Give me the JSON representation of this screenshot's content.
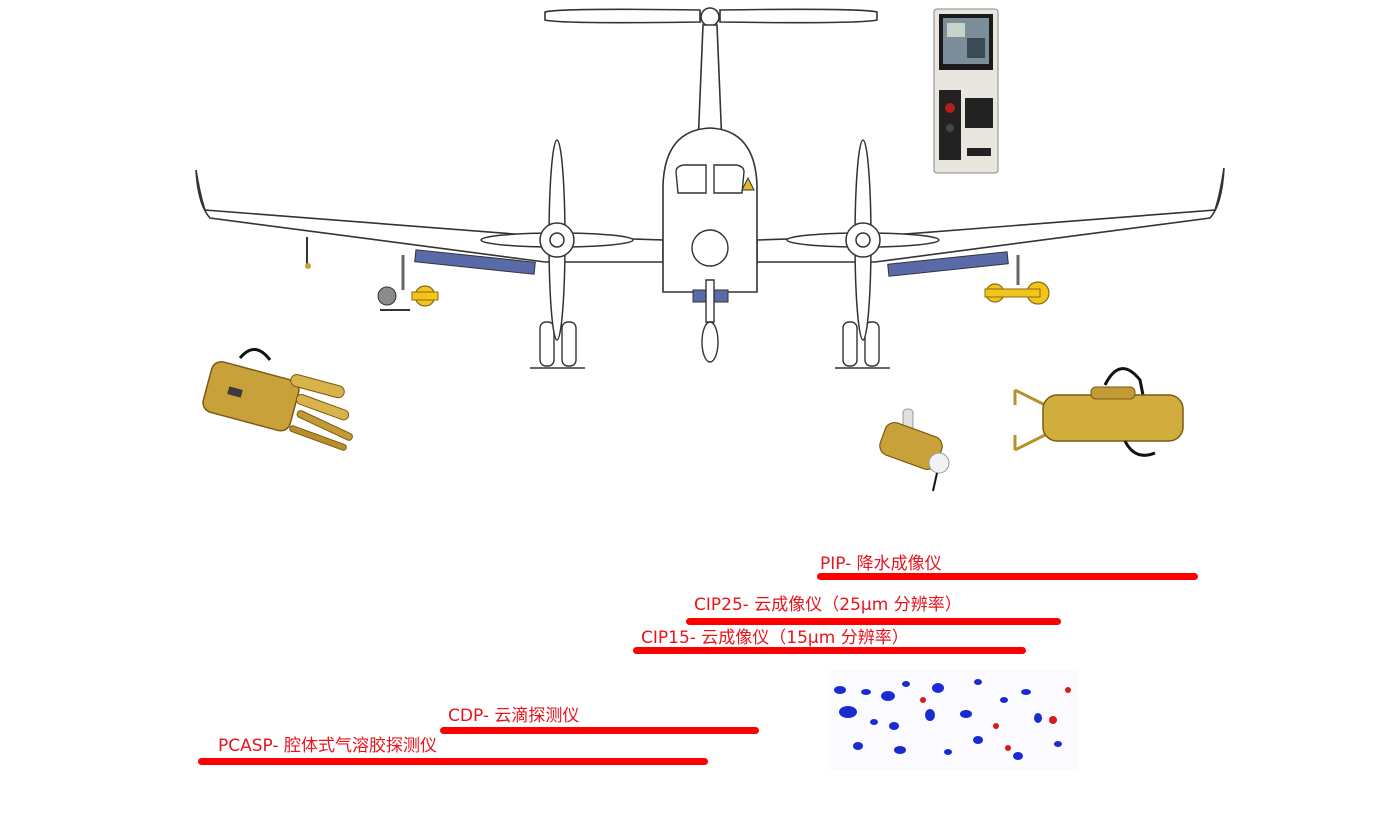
{
  "instruments": [
    {
      "id": "pip",
      "label": "PIP- 降水成像仪"
    },
    {
      "id": "cip25",
      "label": "CIP25- 云成像仪（25µm 分辨率）"
    },
    {
      "id": "cip15",
      "label": "CIP15- 云成像仪（15µm 分辨率）"
    },
    {
      "id": "cdp",
      "label": "CDP- 云滴探测仪"
    },
    {
      "id": "pcasp",
      "label": "PCASP- 腔体式气溶胶探测仪"
    }
  ],
  "colors": {
    "range_bar": "#ff0000",
    "label": "#e8141c",
    "probe_gold": "#c9a13a",
    "pod": "#5a6aa8"
  }
}
